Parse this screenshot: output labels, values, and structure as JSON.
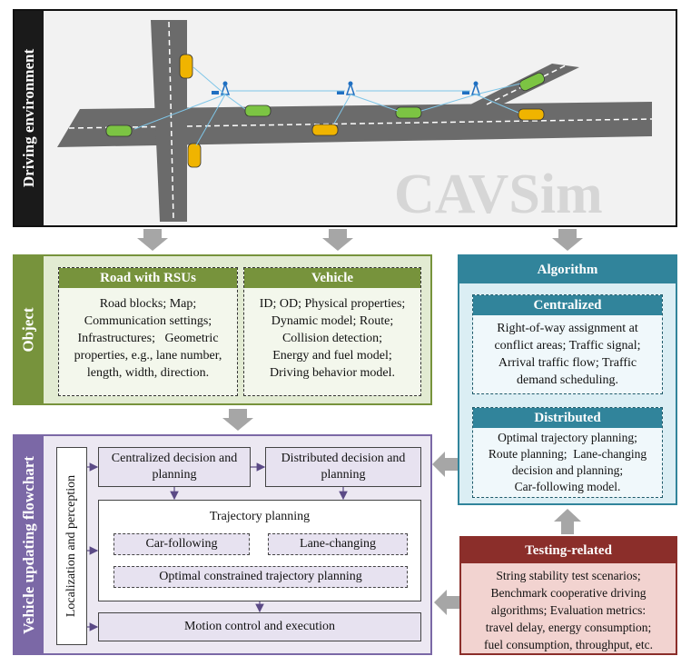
{
  "env": {
    "label": "Driving environment",
    "watermark": "CAVSim"
  },
  "object": {
    "label": "Object",
    "road": {
      "title": "Road with RSUs",
      "lines": [
        "Road blocks; Map;",
        "Communication settings;",
        "Infrastructures;   Geometric",
        "properties, e.g., lane number,",
        "length, width, direction."
      ]
    },
    "vehicle": {
      "title": "Vehicle",
      "lines": [
        "ID; OD; Physical properties;",
        "Dynamic model; Route;",
        "Collision detection;",
        "Energy and fuel model;",
        "Driving behavior model."
      ]
    }
  },
  "algorithm": {
    "title": "Algorithm",
    "centralized": {
      "title": "Centralized",
      "lines": [
        "Right-of-way assignment at",
        "conflict areas; Traffic signal;",
        "Arrival traffic flow; Traffic",
        "demand scheduling."
      ]
    },
    "distributed": {
      "title": "Distributed",
      "lines": [
        "Optimal trajectory planning;",
        "Route planning;  Lane-changing",
        "decision and planning;",
        "Car-following model."
      ]
    }
  },
  "flowchart": {
    "label": "Vehicle updating flowchart",
    "localization": "Localization and perception",
    "centralized": "Centralized decision and planning",
    "distributed": "Distributed decision and planning",
    "trajectory": "Trajectory planning",
    "car_following": "Car-following",
    "lane_changing": "Lane-changing",
    "optimal": "Optimal constrained trajectory planning",
    "motion": "Motion control and execution"
  },
  "testing": {
    "title": "Testing-related",
    "lines": [
      "String stability test scenarios;",
      "Benchmark cooperative driving",
      "algorithms; Evaluation metrics:",
      "travel delay, energy consumption;",
      "fuel consumption, throughput, etc."
    ]
  },
  "colors": {
    "env_side": "#1a1a1a",
    "object_side": "#77933c",
    "object_fill": "#e2ebd2",
    "sub_hdr_green": "#77933c",
    "algo": "#31849b",
    "algo_fill": "#dbeef4",
    "flow_side": "#7b68a6",
    "flow_fill": "#ece8f2",
    "testing": "#8b2e2a",
    "testing_fill": "#f2d3d0",
    "arrow_gray": "#a6a6a6"
  }
}
